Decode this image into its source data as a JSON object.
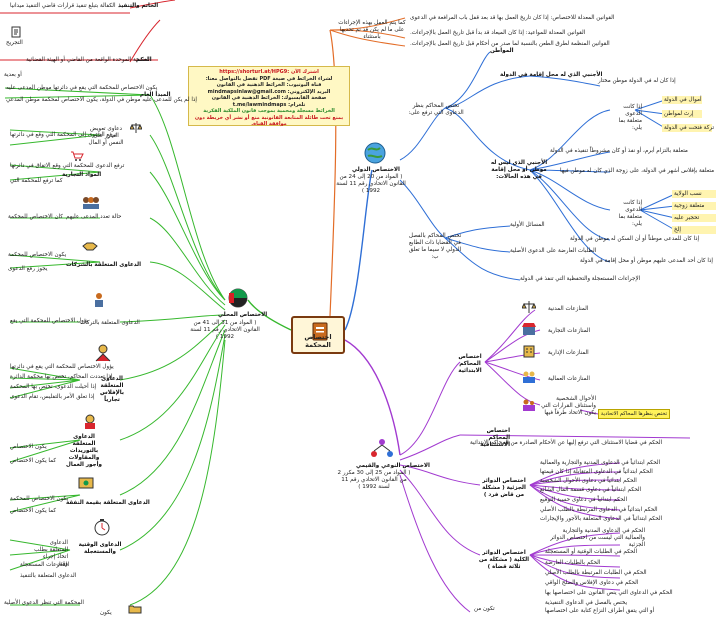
{
  "central": {
    "title": "اختصاص المحكمة"
  },
  "note": {
    "l1": "اشترك الآن :https://shorturl.at/HPG9",
    "l2": "لشراء الخرائط في صيغة PDF تفضل بالتواصل معنا:",
    "l3": "قناة اليوتيوب: الخرائط الذهنية في القانون",
    "l4": "البريد الإلكتروني: mindmapsinlaw@gmail.com",
    "l5": "صفحة الفايسبوك: الخرائط الذهنية في القانون",
    "l6": "تلغرام: t.me/lawmindmaps",
    "l7": "الخرائط مسجلة ومحمية بموجب قانون الملكية الفكرية",
    "l8": "يمنع تحت طائلة المتابعة القانونية منع أو نشر أي خريطة دون موافقة القناة."
  },
  "top": {
    "t1": "الخاتم والتنفيذ",
    "t2": "الكفالة بتبلغ تنفيذ قرارات قاضي التنفيذ ميدانيا",
    "t3": "التجريح",
    "t4": "أو بعدية",
    "t5": "الحكم",
    "t6": "النسخة الموحدة الواقعة من القاضي أو الهيئة القضائية",
    "t7": "كما يتم العمل بهذه الإجراءات على ما لم يكن قد تم تحديها باستثناء",
    "t8": "القوانين المعدلة للاختصاص: إذا كان تاريخ العمل بها قد بعد قفل باب المرافعة في الدعوى",
    "t9": "القوانين المعدلة للمواعيد: إذا كان الميعاد قد بدأ قبل تاريخ العمل بالإجراءات.",
    "t10": "القوانين المنظمة لطرق الطعن بالنسبة لما صدر من أحكام قبل تاريخ العمل بالإجراءات."
  },
  "intl": {
    "root": "الاختصاص الدولي",
    "sub": "( المواد من 20 إلى 24 من القانون الاتحادي رقم 11 لسنة 1992 )",
    "a_title": "تختص المحاكم بنظر الدعاوى التي ترفع على:",
    "a1": "المواطن",
    "a2": "الأجنبي الذي له محل إقامة في الدولة",
    "a2_1": "إذا كان له في الدولة موطن مختار",
    "a3": "الأجنبي الذي ليس له موطن أو محل إقامة في هذه الحالات:",
    "a3_1": "إذا كانت الدعوى متعلقة بما يلي:",
    "a3_1a": "أموال في الدولة",
    "a3_1b": "إرث لمواطن",
    "a3_1c": "تركة فتحت في الدولة",
    "a3_2": "متعلقة بالتزام أبرم، أو نفذ أو كان مشروطاً تنفيذه في الدولة",
    "a3_3": "متعلقة بإفلاس أشهر في الدولة، على زوجة الذي كان له موطن فيها",
    "a3_4": "إذا كانت الدعوى متعلقة بما يلي:",
    "a3_4a": "نسب الولاية",
    "a3_4b": "متعلقة زوجية",
    "a3_4c": "تحجير عليه",
    "a3_4d": "إلخ",
    "a3_5": "إذا كان للمدعى موطناً أو أن السكن له موطن في الدولة",
    "a3_6": "إذا كان أحد المدعى عليهم موطن أو محل إقامة في الدولة",
    "b_title": "تختص المحاكم بالفصل في القضايا ذات الطابع الدولي لا سيما ما تعلق ب:",
    "b1": "المسائل الأولية",
    "b2": "الطلبات العارضة على الدعوى الأصلية",
    "b3": "الإجراءات المستعجلة والتحفظية التي تنفذ في الدولة"
  },
  "local": {
    "root": "الاختصاص المحلي",
    "sub": "( المواد من 31 إلى 41 من القانون الاتحادي رقم 11 لسنة 1992 )",
    "l1": "يكون الاختصاص للمحكمة التي يقع في دائرتها موطن المدعى عليه",
    "l2": "المبدأ العام",
    "l3": "إذا لم يكن للمدعى عليه موطن في الدولة، يكون الاختصاص لمحكمة موطن المدعي",
    "l4": "دعاوى تعويض الضرر على النفس أو المال",
    "l5": "ترفع الدعوى إلى المحكمة التي وقع في دائرتها",
    "l6": "المواد التجارية",
    "l7": "ترفع الدعوى للمحكمة التي وقع الاتفاق في دائرتها",
    "l8": "كما ترفع للمحكمة التي",
    "l9": "حالة تعدد المدعى عليهم",
    "l10": "كان الاختصاص للمحكمة",
    "l11": "الدعاوى المتعلقة بالشركات",
    "l12": "يكون الاختصاص للمحكمة",
    "l13": "يجوز رفع الدعوى",
    "l14": "الدعاوى المتعلقة بالتركات",
    "l15": "يؤول الاختصاص للمحكمة التي يقع",
    "l16": "يؤول الاختصاص للمحكمة التي يقع في دائرتها",
    "l17": "إذا تعددت المحاكم، تختص بها محكمة الدائرة",
    "l18": "الدعاوى المتعلقة بالإفلاس تجارياً",
    "l19": "إذا أحيلت الدعوى، تختص بها المحكمة",
    "l20": "إذا تعلق الأمر بالتفليس، تقام الدعوى",
    "l21": "الدعاوى المتعلقة بالتوريدات والمقاولات وأجور العمال",
    "l22": "يكون الاختصاص",
    "l23": "كما يكون الاختصاص",
    "l24": "الدعاوى المتعلقة بقيمة النفقة",
    "l25": "يكون الاختصاص للمحكمة",
    "l26": "كما يكون الاختصاص",
    "l27": "الدعاوى الوقتية والمستعجلة",
    "l28": "الدعاوى المتعلقة بطلب اتخاذ إجراء وقتي",
    "l29": "المنازعات المستعجلة",
    "l30": "الدعاوى المتعلقة بالتنفيذ",
    "l31": "المحكمة التي تنظر الدعوى الأصلية",
    "l32": "يكون"
  },
  "quality": {
    "root": "الاختصاص النوعي والقيمي",
    "sub": "( المواد من 25 إلى 30 مكرر 2 من القانون الاتحادي رقم 11 لسنة 1992 )",
    "p1": "اختصاص المحاكم الابتدائية",
    "p1a": "المنازعات المدنية",
    "p1b": "المنازعات التجارية",
    "p1c": "المنازعات الإدارية",
    "p1d": "المنازعات العمالية",
    "p1e": "الأحوال الشخصية واستئناف القرارات التي يكون الاتحاد طرفاً فيها",
    "p1_hl": "تختص بنظرها المحاكم الاتحادية",
    "p2": "اختصاص المحاكم الاستئنافية",
    "p2a": "الحكم في قضايا الاستئناف التي ترفع إليها عن الأحكام الصادرة من المحاكم الابتدائية",
    "p3": "اختصاص الدوائر الجزئية ( مشكلة من قاض فرد )",
    "p3a": "الحكم ابتدائياً في الدعاوى المدنية والتجارية والعمالية",
    "p3b": "الحكم ابتدائياً في الدعاوى المتقابلة إذا كان قيمتها",
    "p3c": "الحكم ابتدائياً في دعاوى الأحوال الشخصية",
    "p3d": "الحكم ابتدائياً في دعاوى قسمة المال الشائع",
    "p3e": "الحكم ابتدائياً في دعاوى حسبة التوقيع",
    "p3f": "الحكم ابتدائياً في الدعاوى المرتبطة بالطلب الأصلي",
    "p3g": "الحكم ابتدائياً في الدعاوى المتعلقة بالأجور والإيجارات",
    "p4": "اختصاص الدوائر الكلية ( مشكلة من ثلاثة قضاة )",
    "p4a": "الحكم في الدعاوى المدنية والتجارية والعمالية التي ليست من اختصاص الدوائر الجزئية",
    "p4b": "الحكم في الطلبات الوقتية أو المستعجلة",
    "p4c": "الحكم بالطلبات العارضة",
    "p4d": "الحكم في الطلبات المرتبطة بالطلب الأصلي",
    "p4e": "الحكم في دعاوى الإفلاس والصلح الواقي",
    "p4f": "الحكم في الدعاوى التي ينص القانون على اختصاصها بها",
    "p5": "يختص بالفصل في الدعاوى التنفيذية",
    "p5a": "أو التي يتفق أطراف النزاع كتابة على اختصاصها",
    "p5b": "تكون من"
  }
}
